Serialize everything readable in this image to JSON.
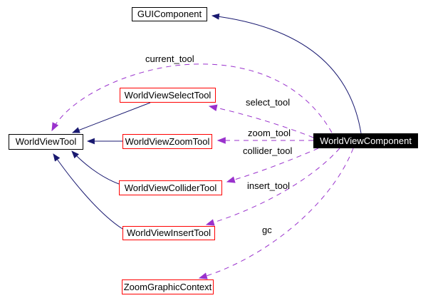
{
  "diagram": {
    "kind": "class-collaboration-graph",
    "colors": {
      "background": "#ffffff",
      "inheritance_edge": "#191970",
      "usage_edge": "#9a32cd",
      "documented_node_border": "#ff0000",
      "plain_node_border": "#000000",
      "focus_node_background": "#000000",
      "focus_node_text": "#ffffff",
      "label_text": "#000000"
    },
    "nodes": [
      {
        "id": "GUIComponent",
        "label": "GUIComponent",
        "style": "plain-border"
      },
      {
        "id": "WorldViewTool",
        "label": "WorldViewTool",
        "style": "plain-border"
      },
      {
        "id": "WorldViewSelectTool",
        "label": "WorldViewSelectTool",
        "style": "red-border"
      },
      {
        "id": "WorldViewZoomTool",
        "label": "WorldViewZoomTool",
        "style": "red-border"
      },
      {
        "id": "WorldViewColliderTool",
        "label": "WorldViewColliderTool",
        "style": "red-border"
      },
      {
        "id": "WorldViewInsertTool",
        "label": "WorldViewInsertTool",
        "style": "red-border"
      },
      {
        "id": "ZoomGraphicContext",
        "label": "ZoomGraphicContext",
        "style": "red-border"
      },
      {
        "id": "WorldViewComponent",
        "label": "WorldViewComponent",
        "style": "focus"
      }
    ],
    "inheritance_edges": [
      {
        "from": "WorldViewComponent",
        "to": "GUIComponent"
      },
      {
        "from": "WorldViewSelectTool",
        "to": "WorldViewTool"
      },
      {
        "from": "WorldViewZoomTool",
        "to": "WorldViewTool"
      },
      {
        "from": "WorldViewColliderTool",
        "to": "WorldViewTool"
      },
      {
        "from": "WorldViewInsertTool",
        "to": "WorldViewTool"
      }
    ],
    "usage_edges": [
      {
        "from": "WorldViewComponent",
        "to": "WorldViewTool",
        "label": "current_tool"
      },
      {
        "from": "WorldViewComponent",
        "to": "WorldViewSelectTool",
        "label": "select_tool"
      },
      {
        "from": "WorldViewComponent",
        "to": "WorldViewZoomTool",
        "label": "zoom_tool"
      },
      {
        "from": "WorldViewComponent",
        "to": "WorldViewColliderTool",
        "label": "collider_tool"
      },
      {
        "from": "WorldViewComponent",
        "to": "WorldViewInsertTool",
        "label": "insert_tool"
      },
      {
        "from": "WorldViewComponent",
        "to": "ZoomGraphicContext",
        "label": "gc"
      }
    ]
  }
}
